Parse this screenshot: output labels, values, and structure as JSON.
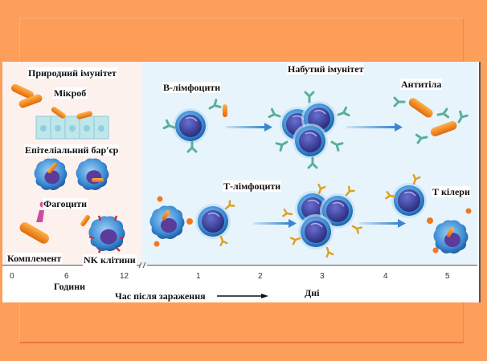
{
  "innate": {
    "title": "Природний імунітет",
    "microbe": "Мікроб",
    "epithelial_barrier": "Епітеліальний бар'єр",
    "phagocytes": "Фагоцити",
    "complement": "Комплемент",
    "nk_cells": "NK клітини"
  },
  "adaptive": {
    "title": "Набутий імунітет",
    "b_lymphocytes": "В-лімфоцити",
    "antibodies": "Антитіла",
    "t_lymphocytes": "Т-лімфоцити",
    "t_killers": "Т кілери"
  },
  "timeline": {
    "hours_ticks": [
      "0",
      "6",
      "12"
    ],
    "days_ticks": [
      "1",
      "2",
      "3",
      "4",
      "5"
    ],
    "hours_label": "Години",
    "days_label": "Дні",
    "axis_title": "Час після зараження"
  },
  "colors": {
    "background": "#fd9e5b",
    "innate_panel": "#fdf1ee",
    "adaptive_panel": "#e8f4fc",
    "microbe": "#f08a1c",
    "cell_blue": "#2f6fb8",
    "nucleus": "#3a3f9a",
    "antibody_green": "#5aaf9a",
    "receptor_yellow": "#e0a020",
    "arrow_blue": "#3a88d0"
  }
}
